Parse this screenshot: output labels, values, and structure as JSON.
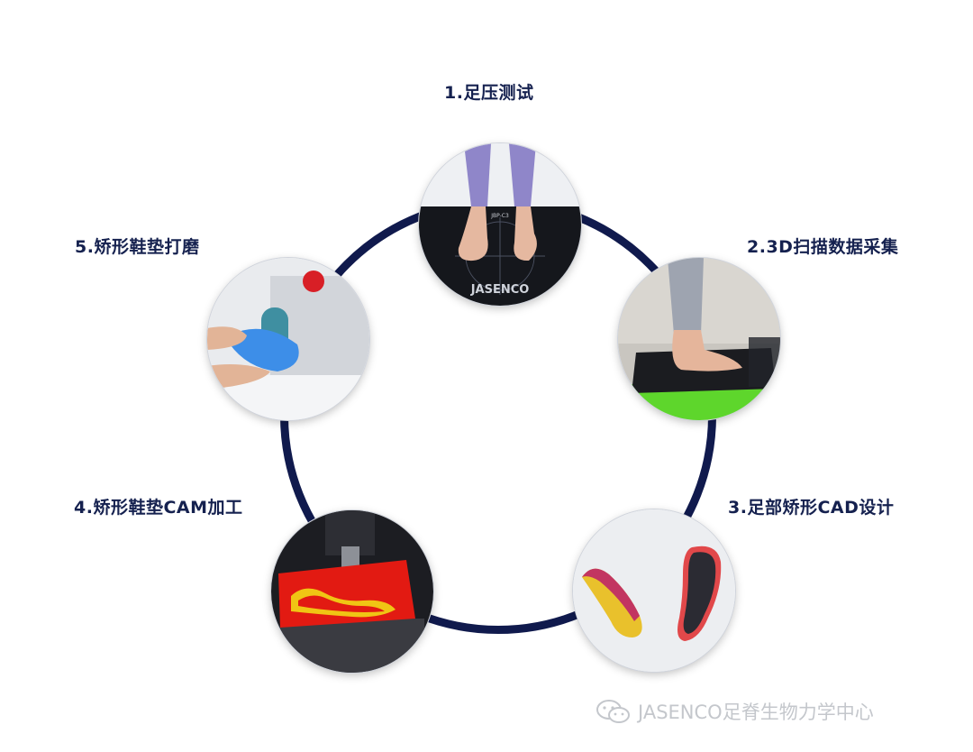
{
  "steps": [
    {
      "label": "1.足压测试",
      "icon": "foot-pressure-plate-icon",
      "mat_text": "JASENCO",
      "mat_model": "JBP-C3"
    },
    {
      "label": "2.3D扫描数据采集",
      "icon": "3d-foot-scanner-icon"
    },
    {
      "label": "3.足部矫形CAD设计",
      "icon": "insole-cad-model-icon"
    },
    {
      "label": "4.矫形鞋垫CAM加工",
      "icon": "cnc-milling-icon"
    },
    {
      "label": "5.矫形鞋垫打磨",
      "icon": "insole-grinding-icon"
    }
  ],
  "watermark": {
    "text": "JASENCO足脊生物力学中心",
    "icon": "wechat-icon"
  },
  "colors": {
    "ring": "#101a4d",
    "label": "#15214f",
    "watermark": "#c4c7cc",
    "scanner_green": "#5ed62c",
    "cam_red": "#e21a12",
    "cam_yellow": "#f0c514"
  }
}
